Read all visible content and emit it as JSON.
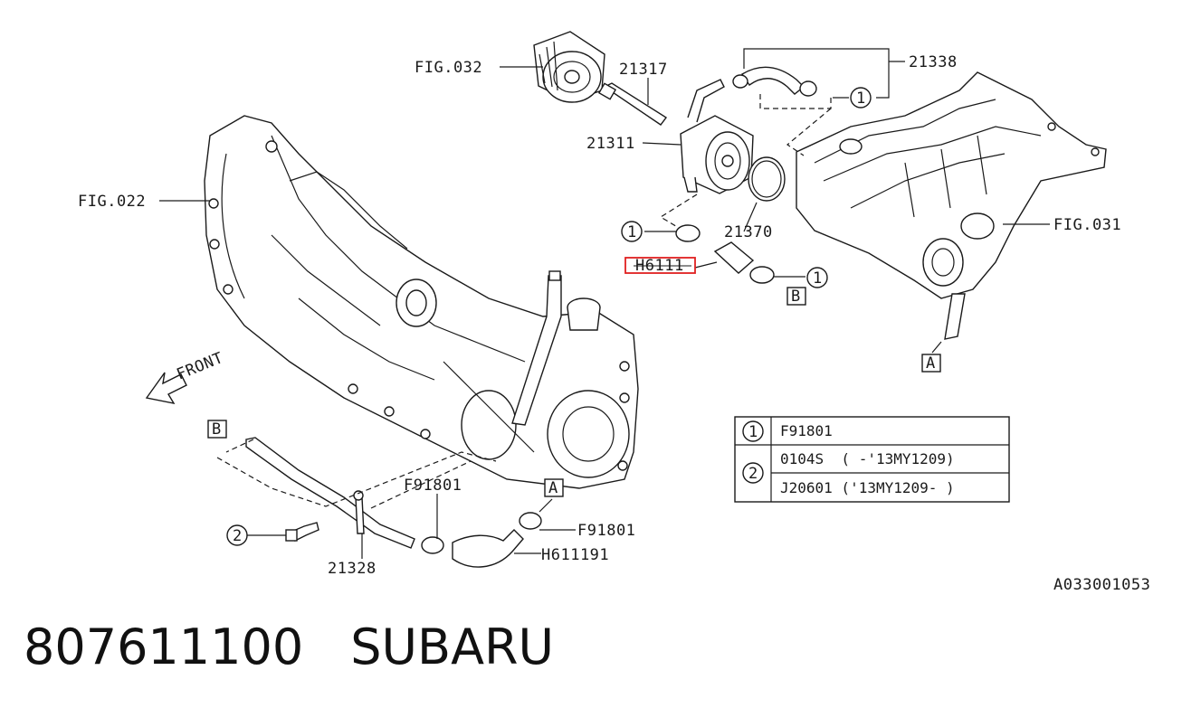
{
  "diagram": {
    "labels": {
      "fig032": "FIG.032",
      "fig022": "FIG.022",
      "fig031": "FIG.031",
      "p21317": "21317",
      "p21338": "21338",
      "p21311": "21311",
      "p21370": "21370",
      "p21328": "21328",
      "h6111_highlight": "H6111",
      "f91801_left": "F91801",
      "f91801_right": "F91801",
      "h611191": "H611191",
      "front": "FRONT",
      "ref_code": "A033001053"
    },
    "callouts": {
      "circle_one": "1",
      "circle_two": "2",
      "box_a": "A",
      "box_b": "B"
    },
    "legend": {
      "rows": [
        {
          "key": "1",
          "parts": [
            "F91801"
          ]
        },
        {
          "key": "2",
          "parts": [
            "0104S  ( -'13MY1209)",
            "J20601 ('13MY1209- )"
          ]
        }
      ]
    },
    "highlight_color": "#e02020"
  },
  "footer": {
    "part_number": "807611100",
    "brand": "SUBARU"
  }
}
